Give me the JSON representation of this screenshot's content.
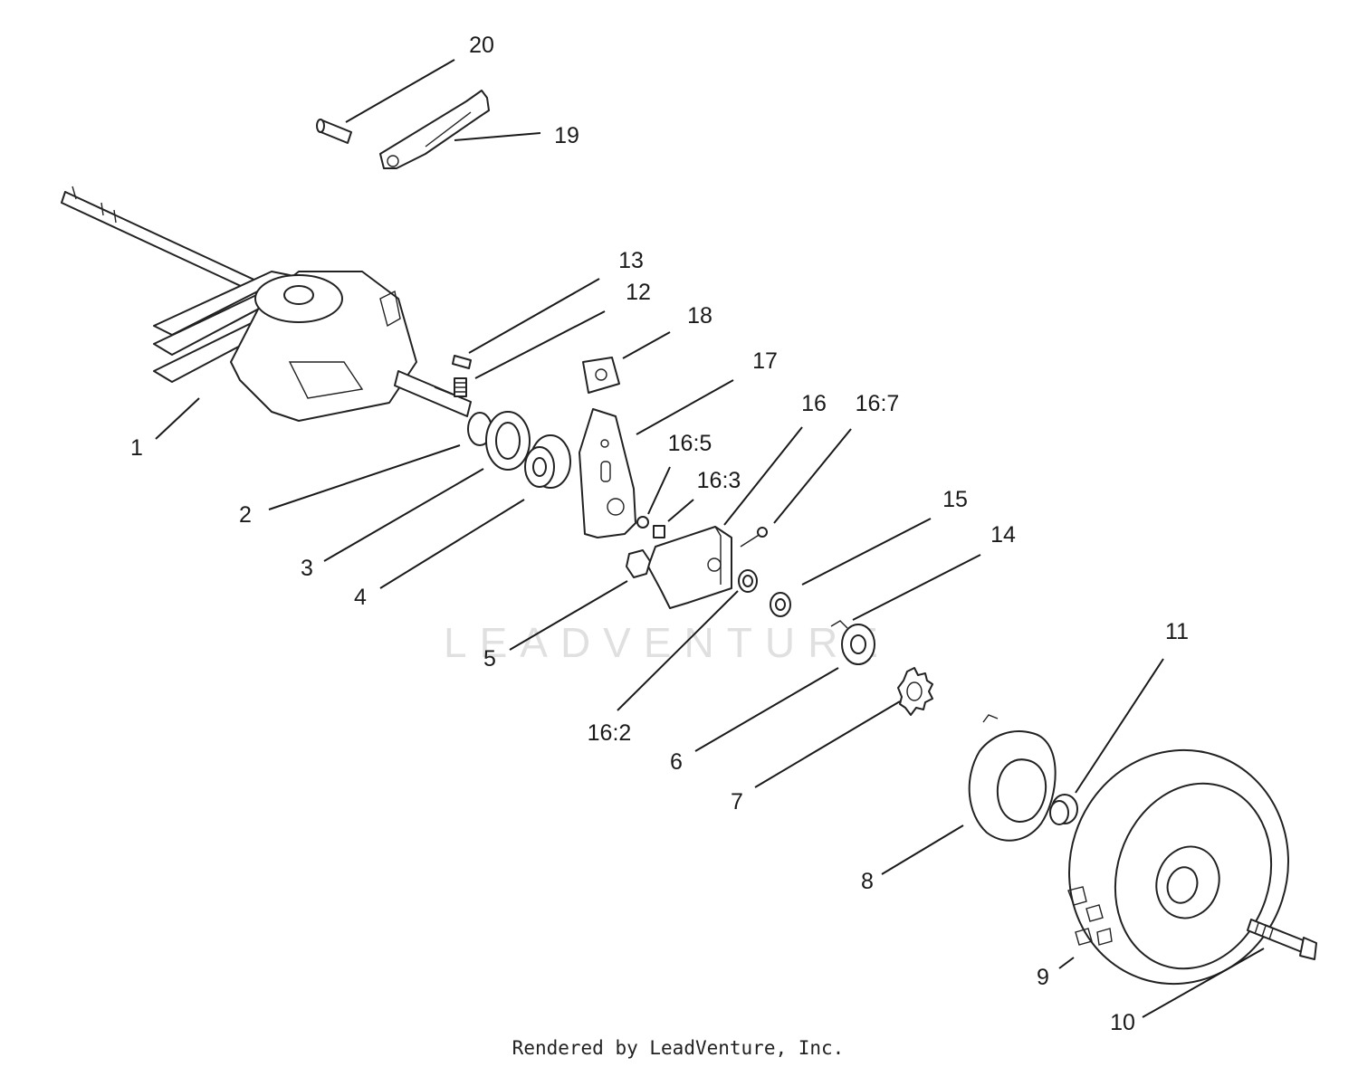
{
  "callouts": [
    {
      "label": "20"
    },
    {
      "label": "19"
    },
    {
      "label": "13"
    },
    {
      "label": "12"
    },
    {
      "label": "18"
    },
    {
      "label": "17"
    },
    {
      "label": "16"
    },
    {
      "label": "16:7"
    },
    {
      "label": "16:5"
    },
    {
      "label": "16:3"
    },
    {
      "label": "15"
    },
    {
      "label": "14"
    },
    {
      "label": "11"
    },
    {
      "label": "1"
    },
    {
      "label": "2"
    },
    {
      "label": "3"
    },
    {
      "label": "4"
    },
    {
      "label": "5"
    },
    {
      "label": "16:2"
    },
    {
      "label": "6"
    },
    {
      "label": "7"
    },
    {
      "label": "8"
    },
    {
      "label": "9"
    },
    {
      "label": "10"
    }
  ],
  "watermark": "LEADVENTURE",
  "credit": "Rendered by LeadVenture, Inc."
}
